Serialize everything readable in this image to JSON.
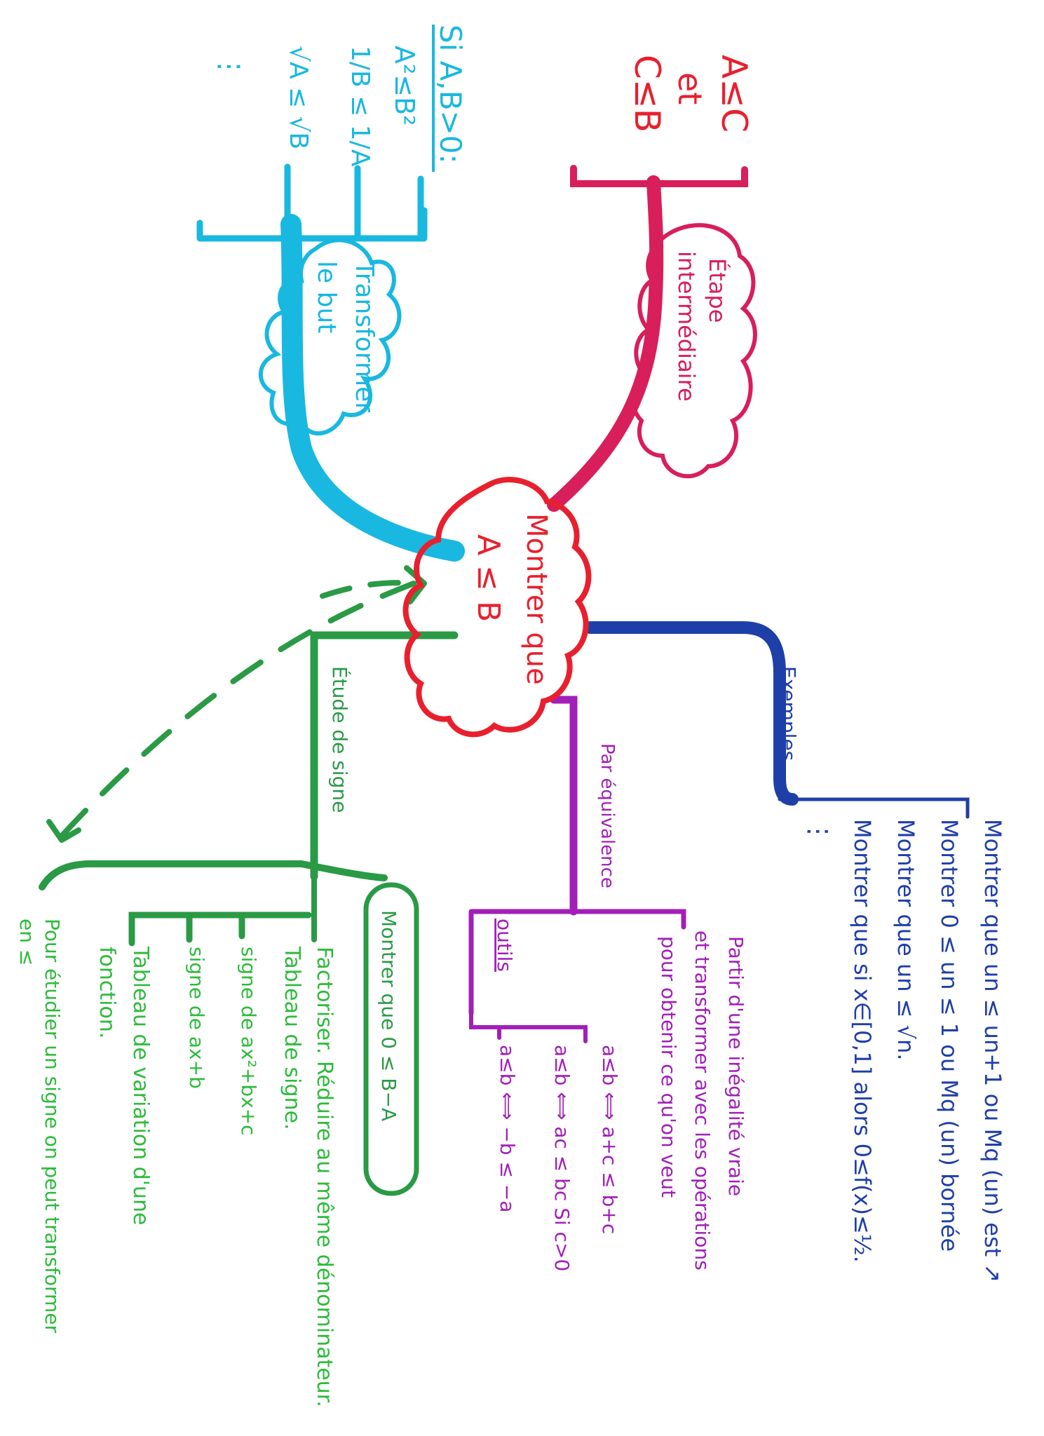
{
  "colors": {
    "center": "#e8202e",
    "intermediate": "#d81e5b",
    "transform": "#19b8e0",
    "examples": "#1f3fa8",
    "reasoning": "#a21fb8",
    "sign": "#2a9a45",
    "sign_text": "#2dbb3a"
  },
  "center": {
    "line1": "Montrer que",
    "line2": "A ≤ B"
  },
  "intermediate": {
    "label1": "Étape",
    "label2": "intermédiaire",
    "c1": "A≤C",
    "c2": "et",
    "c3": "C≤B"
  },
  "transform": {
    "label1": "Transformer",
    "label2": "le but",
    "header": "Si A,B>0:",
    "rule1": "A²≤B²",
    "rule2": "1/B ≤ 1/A",
    "rule3": "√A ≤ √B",
    "rule4": "⋮"
  },
  "examples": {
    "label": "Exemples",
    "item1": "Montrer que un ≤ un+1 ou Mq (un) est ↗",
    "item2": "Montrer 0 ≤ un ≤ 1 ou Mq (un) bornée",
    "item3": "Montrer que un ≤ √n.",
    "item4": "Montrer que si x∈[0,1] alors 0≤f(x)≤½.",
    "item5": "⋮"
  },
  "reasoning": {
    "label": "Par équivalence",
    "desc1": "Partir d'une inégalité vraie",
    "desc2": "et transformer avec les opérations",
    "desc3": "pour obtenir ce qu'on veut",
    "outils": "outils",
    "t1": "a≤b ⟺ a+c ≤ b+c",
    "t2": "a≤b ⟺ ac ≤ bc   Si c>0",
    "t3": "a≤b ⟺ −b ≤ −a"
  },
  "sign": {
    "label": "Étude de signe",
    "box": "Montrer que 0 ≤ B−A",
    "l1": "Factoriser. Réduire au même dénominateur.",
    "l2": "Tableau de signe.",
    "l3": "signe de ax²+bx+c",
    "l4": "signe de ax+b",
    "l5": "Tableau de variation d'une",
    "l6": "fonction.",
    "note1": "Pour étudier un signe on peut transformer",
    "note2": "en ≤"
  }
}
